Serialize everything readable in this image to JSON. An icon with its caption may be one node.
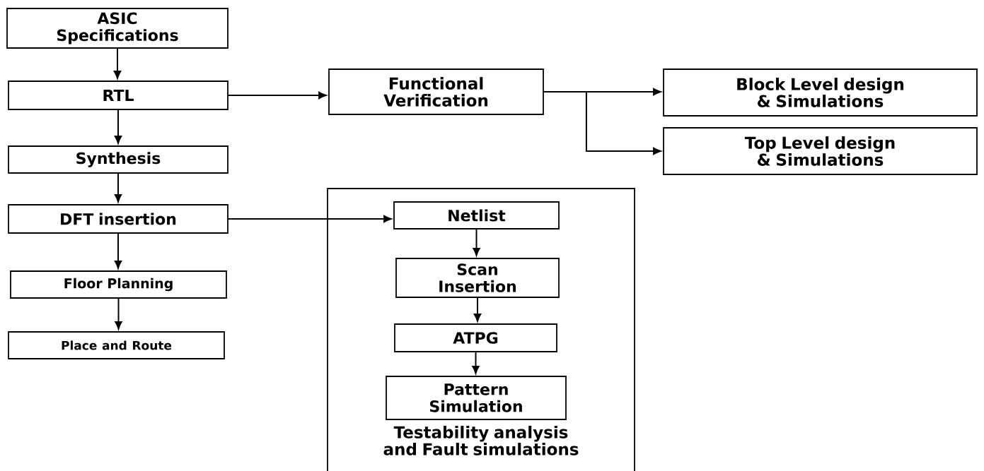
{
  "diagram": {
    "nodes": [
      {
        "text": [
          "ASIC Specifications"
        ]
      },
      {
        "text": [
          "RTL"
        ]
      },
      {
        "text": [
          "Synthesis"
        ]
      },
      {
        "text": [
          "DFT insertion"
        ]
      },
      {
        "text": [
          "Floor Planning"
        ]
      },
      {
        "text": [
          "Place and Route"
        ]
      },
      {
        "text": [
          "Functional Verification"
        ]
      },
      {
        "text": [
          "Block Level design & Simulations"
        ]
      },
      {
        "text": [
          "Top Level design & Simulations"
        ]
      },
      {
        "text": [
          "Testability analysis and Fault simulations"
        ]
      },
      {
        "text": [
          "Netlist"
        ],
        "in": 9
      },
      {
        "text": [
          "Scan Insertion"
        ],
        "in": 9
      },
      {
        "text": [
          "ATPG"
        ],
        "in": 9
      },
      {
        "text": [
          "Pattern Simulation"
        ],
        "in": 9
      }
    ],
    "edges": [
      {
        "from": 0,
        "to": 1,
        "arrow": "to"
      },
      {
        "from": 1,
        "to": 2,
        "arrow": "to"
      },
      {
        "from": 2,
        "to": 3,
        "arrow": "to"
      },
      {
        "from": 3,
        "to": 4,
        "arrow": "to"
      },
      {
        "from": 4,
        "to": 5,
        "arrow": "to"
      },
      {
        "from": 1,
        "to": 6,
        "arrow": "to"
      },
      {
        "from": 6,
        "to": 7,
        "arrow": "to"
      },
      {
        "from": 6,
        "to": 8,
        "arrow": "to"
      },
      {
        "from": 3,
        "to": 10,
        "arrow": "to"
      },
      {
        "from": 10,
        "to": 11,
        "arrow": "to"
      },
      {
        "from": 11,
        "to": 12,
        "arrow": "to"
      },
      {
        "from": 12,
        "to": 13,
        "arrow": "to"
      }
    ]
  }
}
